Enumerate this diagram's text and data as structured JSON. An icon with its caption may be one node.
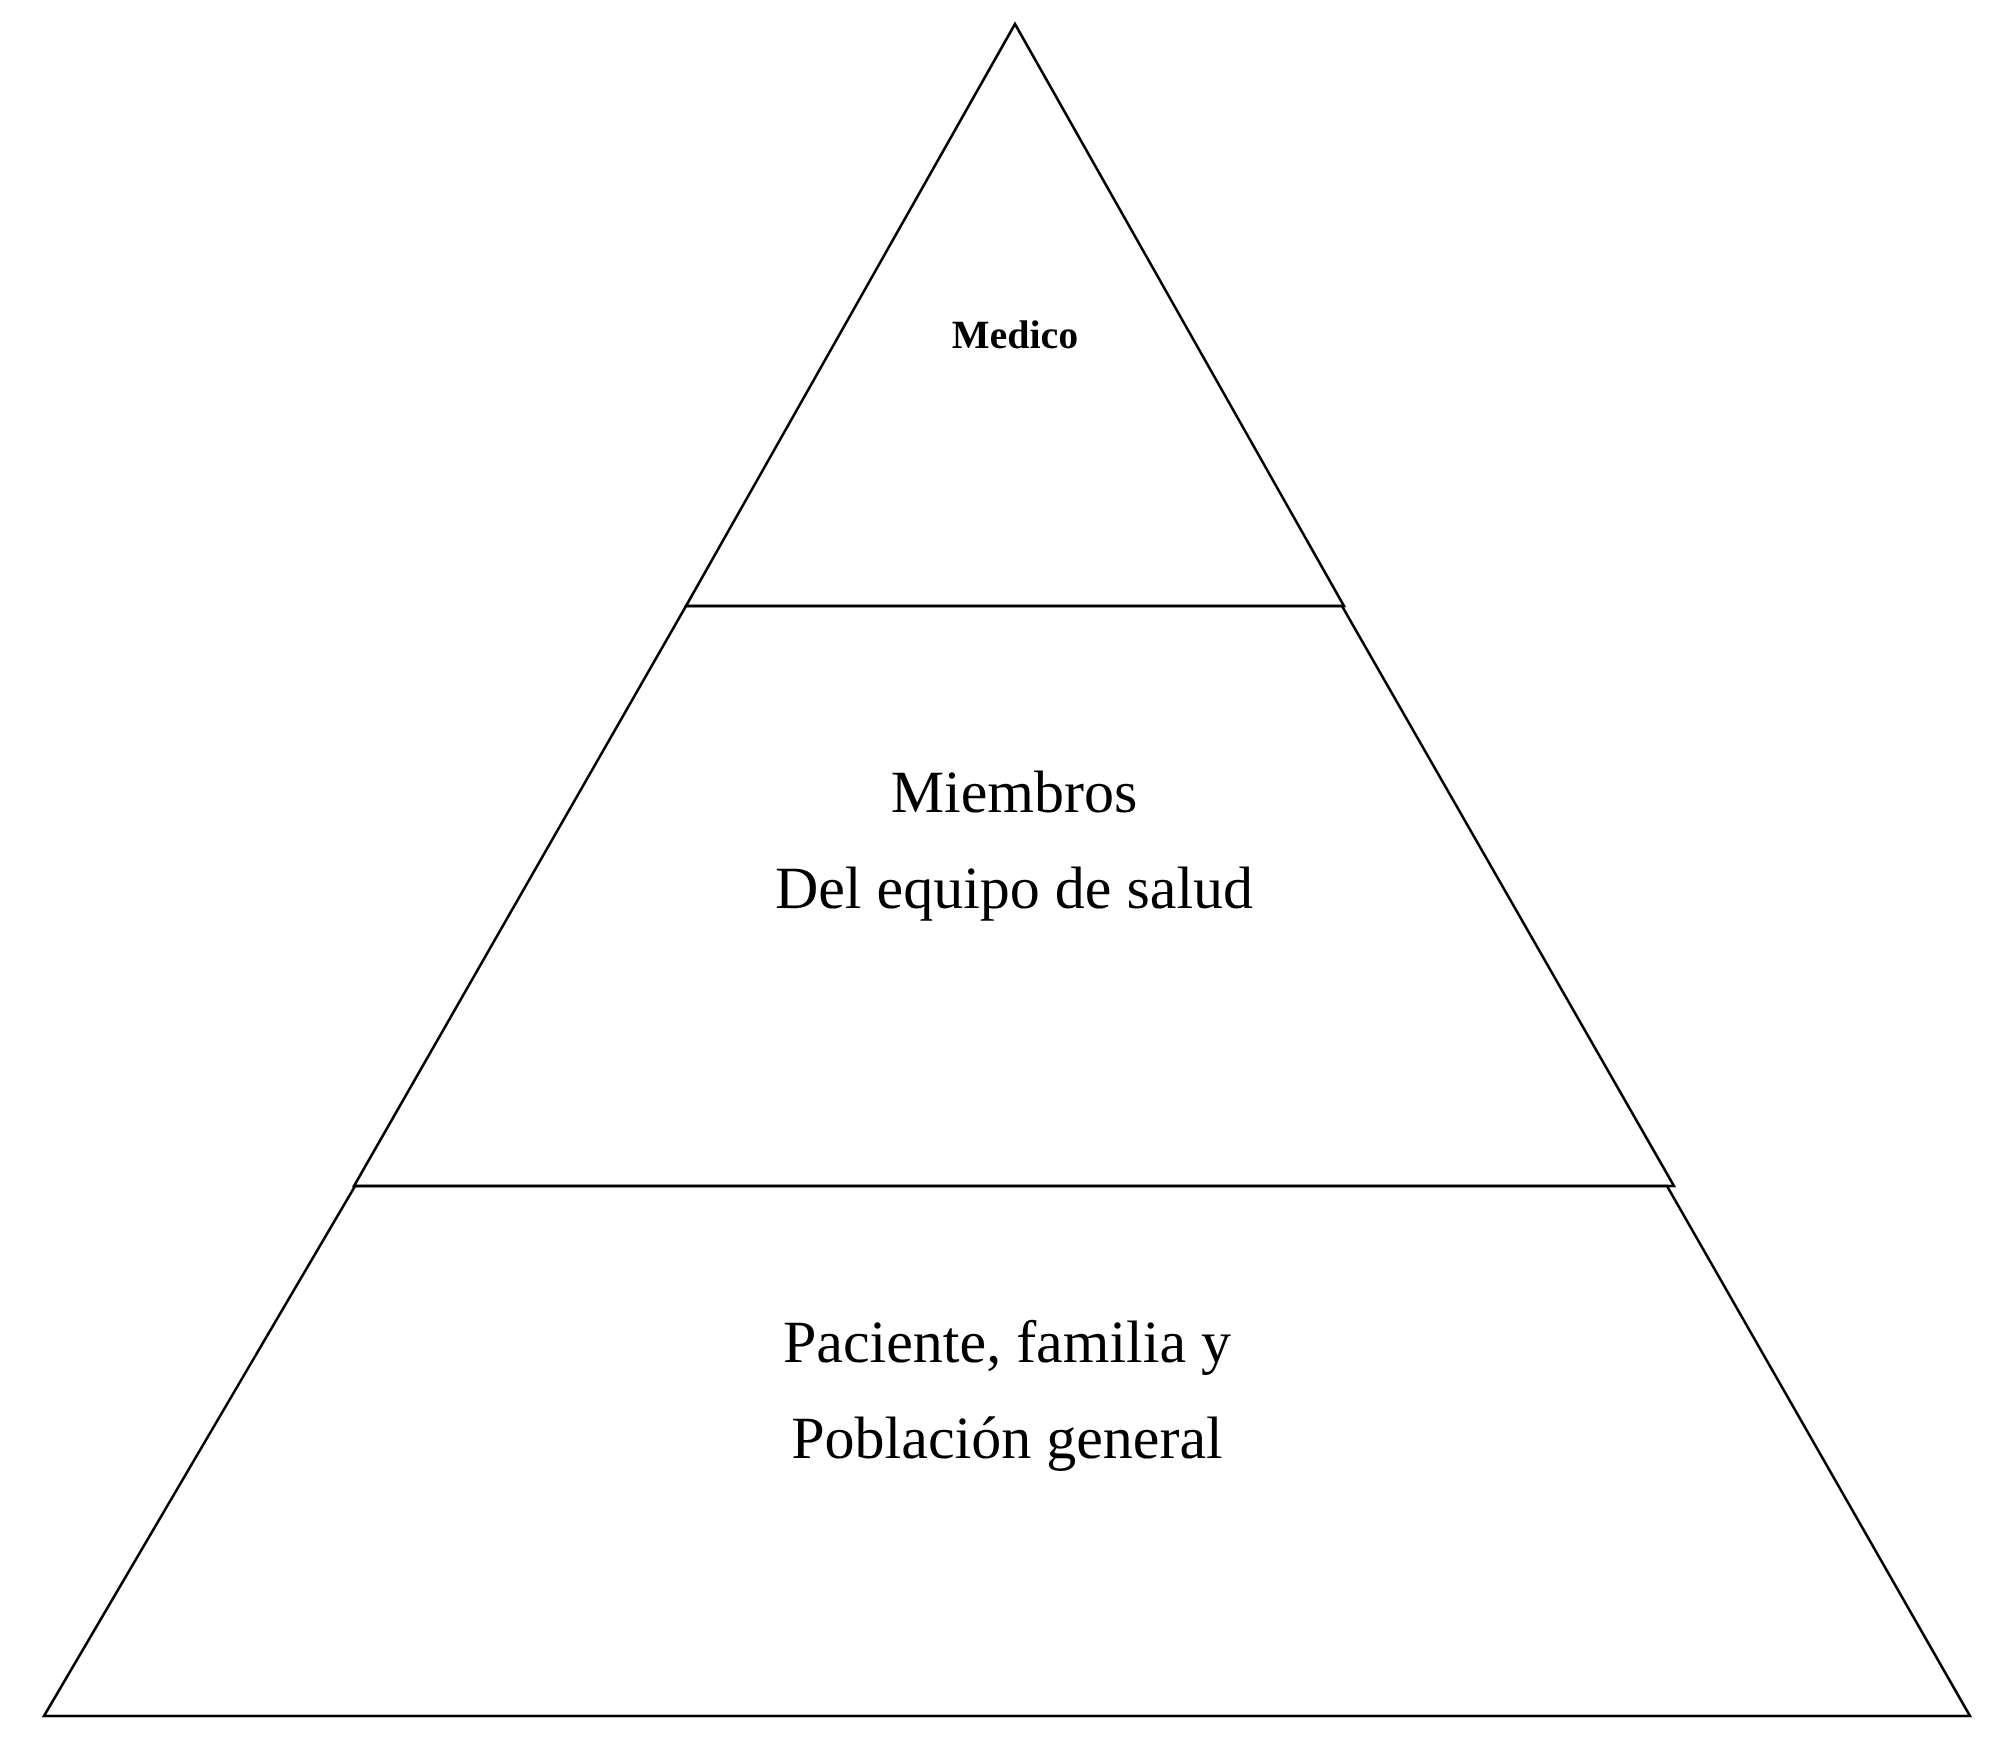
{
  "diagram": {
    "nodes": [
      {
        "text": [
          "Medico"
        ]
      },
      {
        "text": [
          "Miembros Del equipo de salud"
        ]
      },
      {
        "text": [
          "Paciente, familia y Población general"
        ]
      }
    ]
  }
}
